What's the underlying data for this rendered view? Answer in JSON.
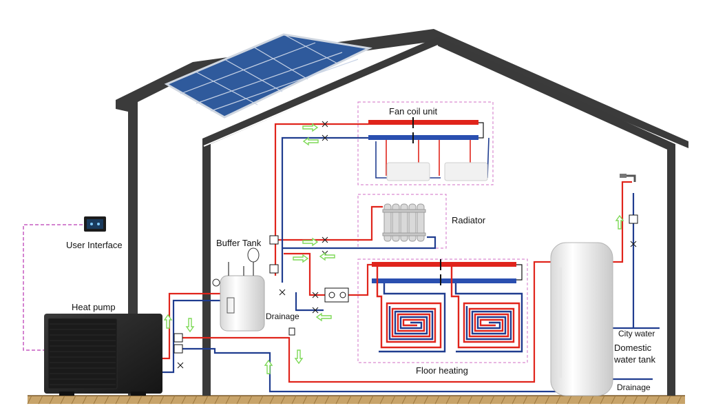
{
  "labels": {
    "fan_coil_unit": "Fan coil unit",
    "radiator": "Radiator",
    "user_interface": "User Interface",
    "buffer_tank": "Buffer Tank",
    "heat_pump": "Heat pump",
    "drainage_buffer": "Drainage",
    "floor_heating": "Floor heating",
    "city_water": "City water",
    "domestic_water_tank_line1": "Domestic",
    "domestic_water_tank_line2": "water tank",
    "drainage_domestic": "Drainage"
  },
  "colors": {
    "supply_pipe": "#e0241b",
    "return_pipe": "#1f3c8f",
    "house_wall": "#3a3a3a",
    "roof": "#3b3b3b",
    "ground": "#c8a46a",
    "flow_arrow": "#7ed957",
    "zone_border": "#d98ad0",
    "control_line": "#c65ac0",
    "solar_panel": "#2f5a9c"
  }
}
